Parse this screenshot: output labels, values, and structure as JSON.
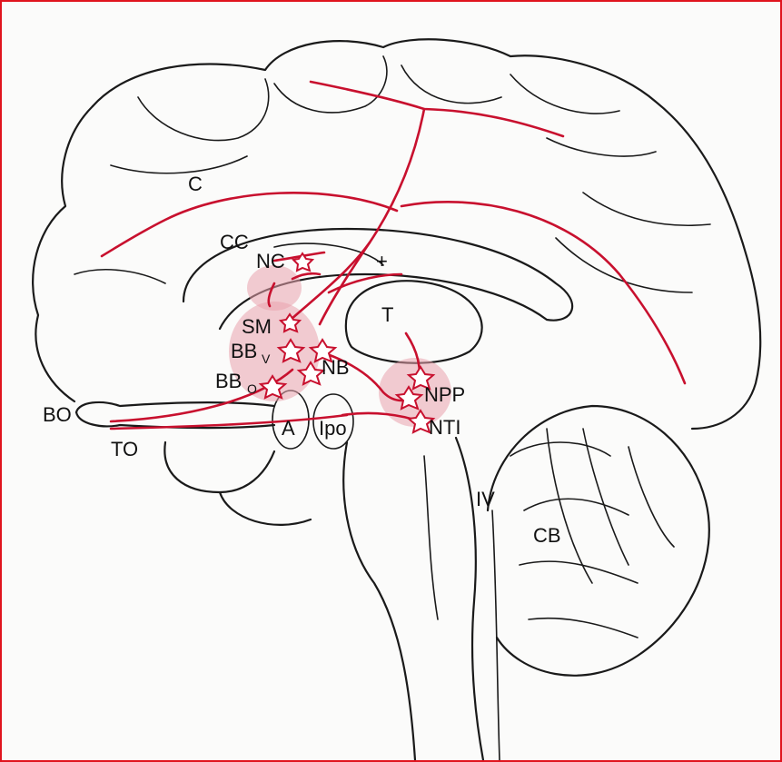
{
  "figure": {
    "border_color": "#e0141e",
    "pathway_color": "#c8102e",
    "labels": {
      "C": "C",
      "CC": "CC",
      "NC": "NC",
      "SM": "SM",
      "BB": "BB",
      "BB_sub_v": "V",
      "BB_sub_o": "O",
      "NB": "NB",
      "T": "T",
      "NPP": "NPP",
      "NTI": "NTI",
      "BO": "BO",
      "TO": "TO",
      "A": "A",
      "Ipo": "Ipo",
      "IV": "IV",
      "CB": "CB",
      "plus": "+"
    }
  }
}
